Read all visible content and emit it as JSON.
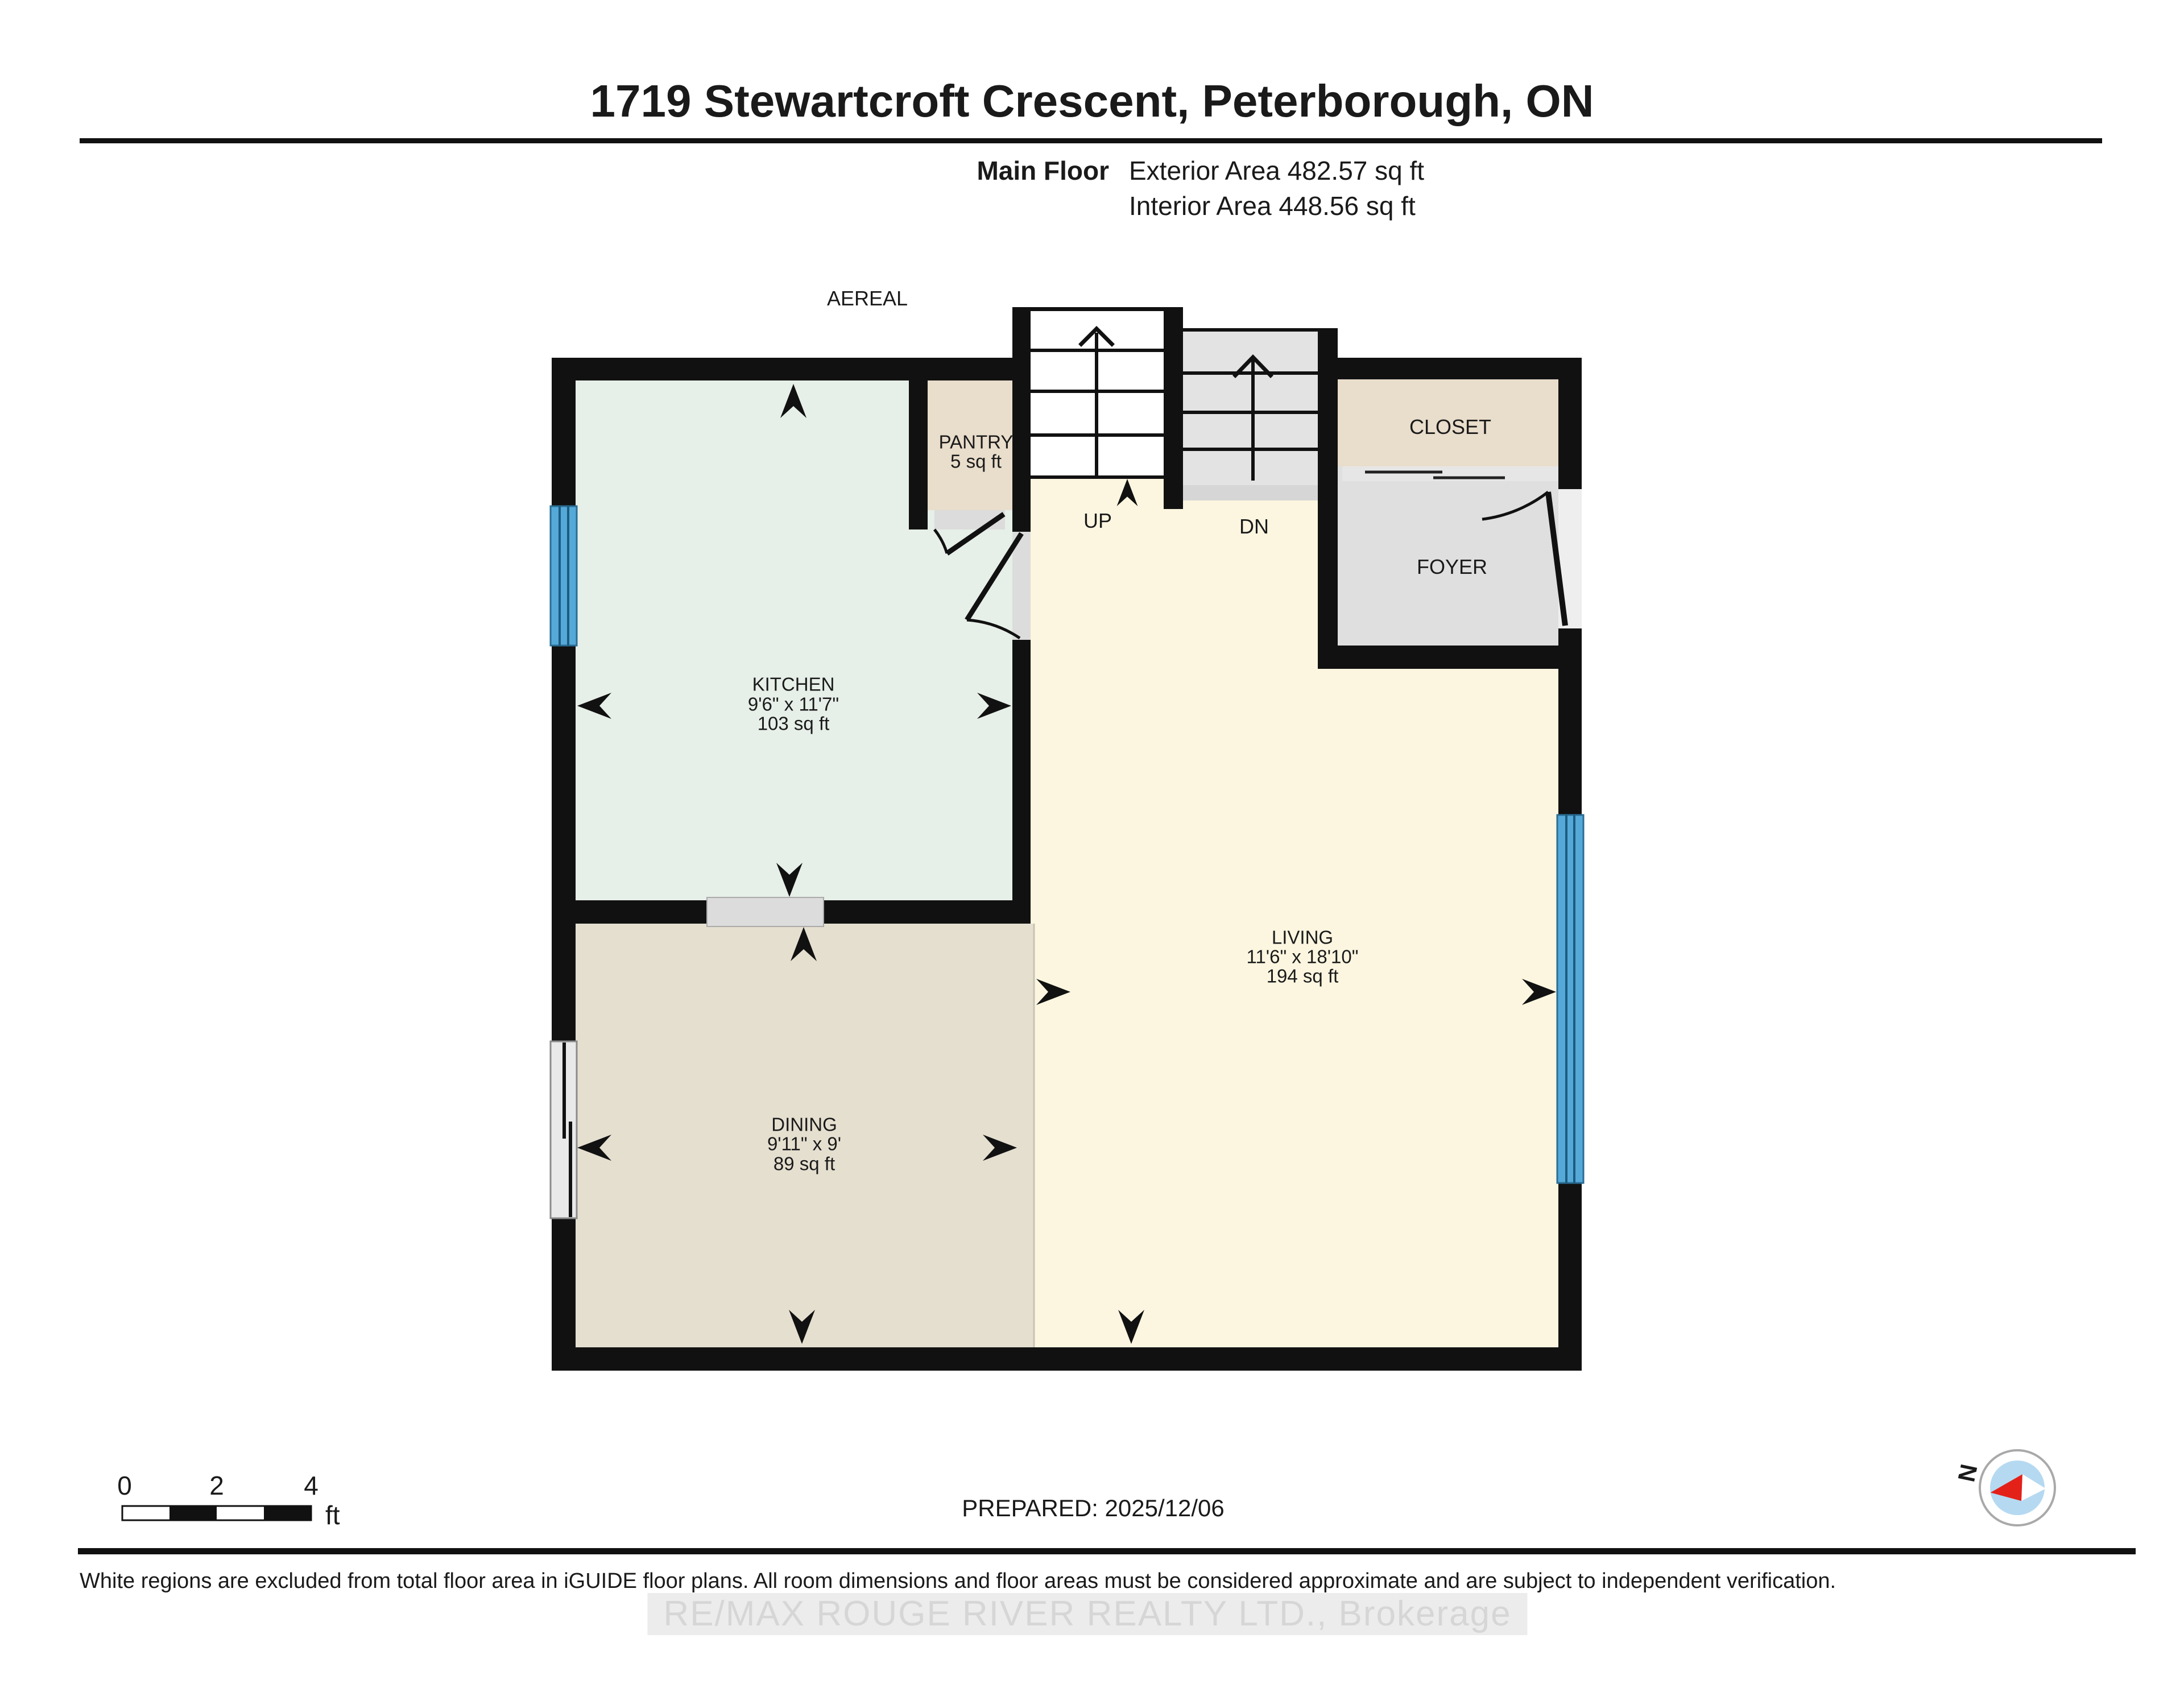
{
  "header": {
    "title": "1719 Stewartcroft Crescent, Peterborough, ON",
    "floor_label": "Main Floor",
    "exterior_area": "Exterior Area 482.57 sq ft",
    "interior_area": "Interior Area 448.56 sq ft"
  },
  "plan": {
    "exterior_label": "AEREAL",
    "rooms": {
      "kitchen": {
        "name": "KITCHEN",
        "dims": "9'6\" x 11'7\"",
        "area": "103 sq ft"
      },
      "living": {
        "name": "LIVING",
        "dims": "11'6\" x 18'10\"",
        "area": "194 sq ft"
      },
      "dining": {
        "name": "DINING",
        "dims": "9'11\" x 9'",
        "area": "89 sq ft"
      },
      "pantry": {
        "name": "PANTRY",
        "area": "5 sq ft"
      },
      "closet": {
        "name": "CLOSET"
      },
      "foyer": {
        "name": "FOYER"
      }
    },
    "stairs": {
      "up": "UP",
      "down": "DN"
    }
  },
  "scale_bar": {
    "ticks": [
      "0",
      "2",
      "4"
    ],
    "unit": "ft"
  },
  "compass": {
    "north_label": "N"
  },
  "footer": {
    "prepared": "PREPARED: 2025/12/06",
    "disclaimer": "White regions are excluded from total floor area in iGUIDE floor plans. All room dimensions and floor areas must be considered approximate and are subject to independent verification.",
    "watermark": "RE/MAX ROUGE RIVER REALTY LTD., Brokerage"
  },
  "colors": {
    "wall": "#111111",
    "kitchen": "#e6efe8",
    "living": "#fcf6e0",
    "dining": "#e5dfd0",
    "beige": "#e9ddcb",
    "foyer": "#dfdfdf",
    "stairgray": "#e3e3e3",
    "open": "#dcdcdc",
    "window": "#55a9d9",
    "windowframe": "#1c5c80",
    "text": "#1a1a1a",
    "watermark": "#d6d6d6",
    "band": "#ececec",
    "compass": "#b5d9f1",
    "north": "#e32119"
  }
}
